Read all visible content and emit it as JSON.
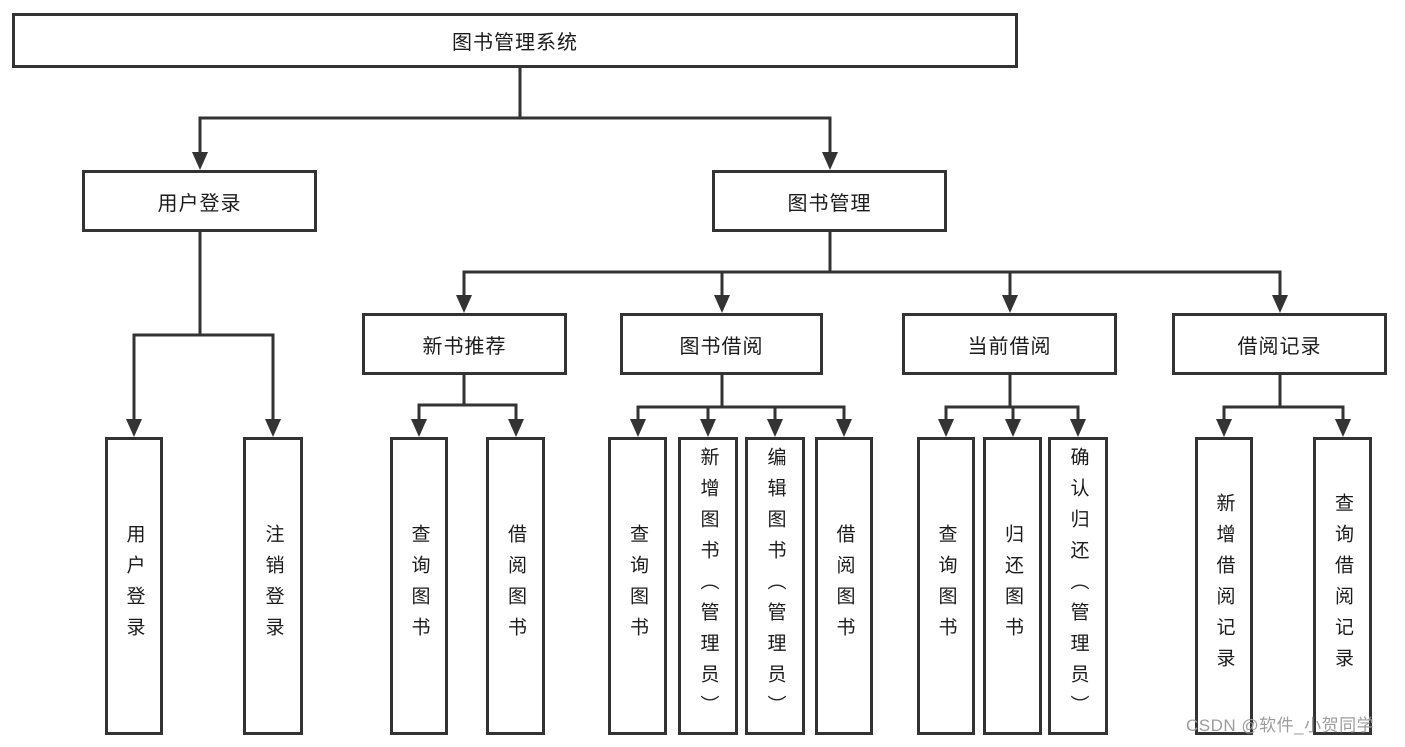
{
  "diagram": {
    "nodes": {
      "root": "图书管理系统",
      "user_login": "用户登录",
      "book_mgmt": "图书管理",
      "new_book_rec": "新书推荐",
      "book_borrow": "图书借阅",
      "current_borrow": "当前借阅",
      "borrow_record": "借阅记录",
      "ul_user_login": "用户登录",
      "ul_logout": "注销登录",
      "nbr_query_book": "查询图书",
      "nbr_borrow_book": "借阅图书",
      "bb_query_book": "查询图书",
      "bb_add_book": "新增图书（管理员）",
      "bb_edit_book": "编辑图书（管理员）",
      "bb_borrow_book": "借阅图书",
      "cb_query_book": "查询图书",
      "cb_return_book": "归还图书",
      "cb_confirm_return": "确认归还（管理员）",
      "br_add_record": "新增借阅记录",
      "br_query_record": "查询借阅记录"
    },
    "watermark": "CSDN @软件_小贺同学",
    "colors": {
      "line": "#333333",
      "text": "#1b1b1b",
      "watermark": "#9c9c9c",
      "background": "#ffffff"
    }
  }
}
